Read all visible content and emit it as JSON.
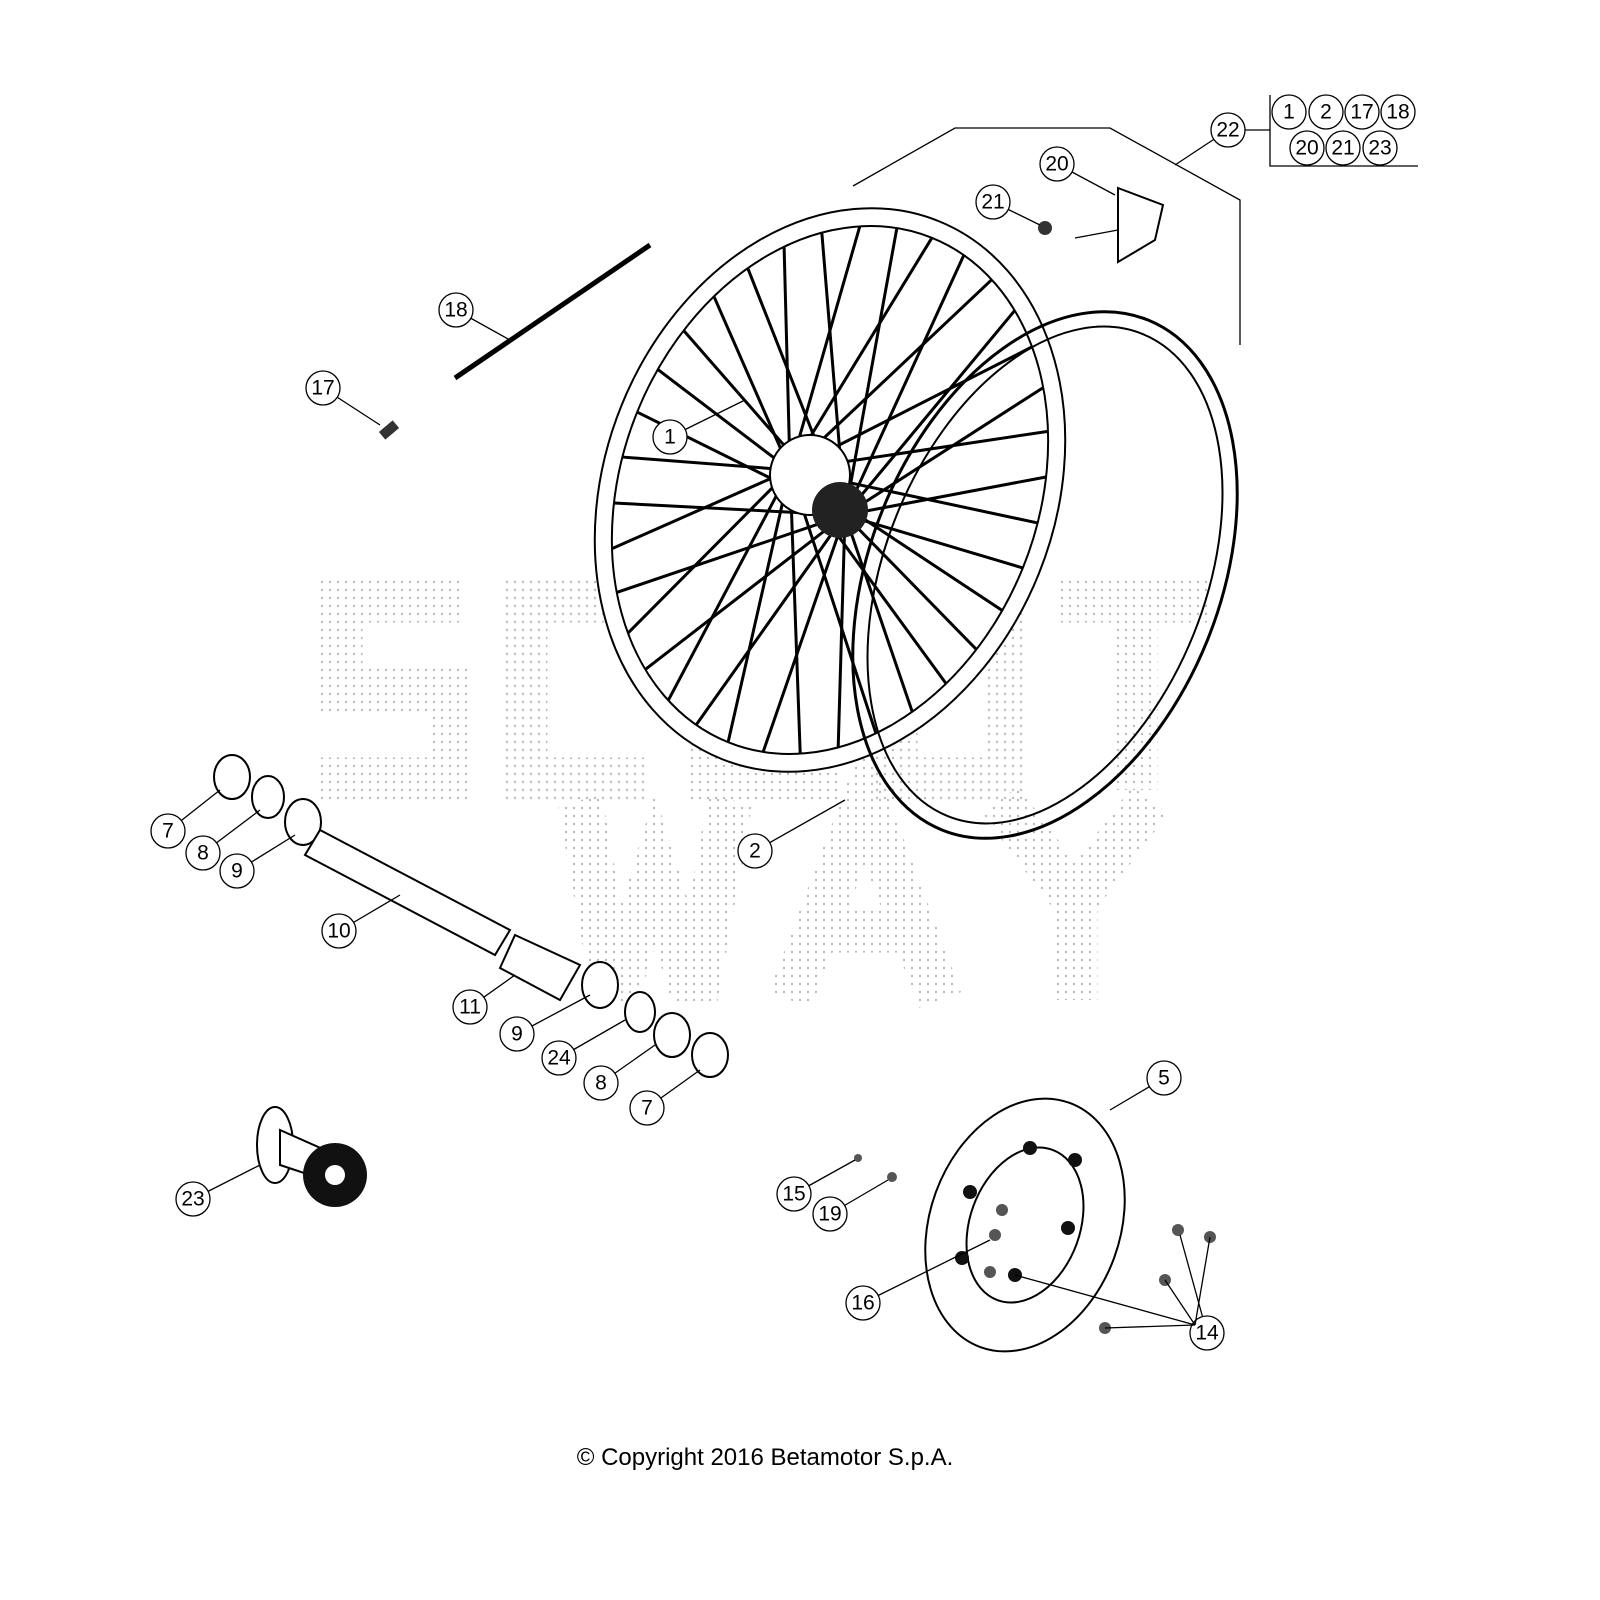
{
  "watermark": [
    "SCOOT",
    "WAY"
  ],
  "callouts": [
    "22",
    "20",
    "21",
    "18",
    "17",
    "1",
    "2",
    "7",
    "8",
    "9",
    "10",
    "11",
    "9",
    "24",
    "8",
    "7",
    "5",
    "15",
    "19",
    "16",
    "14",
    "23"
  ],
  "kit_contents": [
    "1",
    "2",
    "17",
    "18",
    "20",
    "21",
    "23"
  ],
  "copyright": "© Copyright 2016 Betamotor S.p.A."
}
